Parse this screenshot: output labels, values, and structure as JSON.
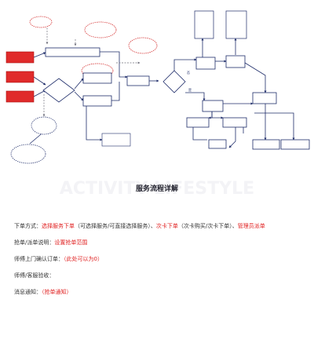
{
  "diagram": {
    "nodes": [
      {
        "id": "n_ssfl",
        "label": "",
        "kind": "cloud-red"
      },
      {
        "id": "n_kt",
        "label": "",
        "kind": "cloud-red"
      },
      {
        "id": "n_yy",
        "label": "",
        "kind": "cloud-red"
      },
      {
        "id": "n_jb",
        "label": "",
        "kind": "cloud-red"
      },
      {
        "id": "n_mid",
        "label": "",
        "kind": "box"
      },
      {
        "id": "n_dec1",
        "label": "",
        "kind": "diamond"
      },
      {
        "id": "n_bcls",
        "label": "",
        "kind": "box"
      },
      {
        "id": "n_acls",
        "label": "",
        "kind": "box"
      },
      {
        "id": "n_note",
        "label": "",
        "kind": "note"
      },
      {
        "id": "n_ly",
        "label": "",
        "kind": "cloud-blue"
      },
      {
        "id": "n_pd",
        "label": "",
        "kind": "cloud-blue"
      },
      {
        "id": "n_fk",
        "label": "",
        "kind": "box"
      },
      {
        "id": "n_dec2",
        "label": "",
        "kind": "diamond"
      },
      {
        "id": "n_sl",
        "label": "",
        "kind": "box"
      },
      {
        "id": "n_cf",
        "label": "",
        "kind": "box"
      },
      {
        "id": "n_top1",
        "label": "",
        "kind": "box"
      },
      {
        "id": "n_top2",
        "label": "",
        "kind": "box"
      },
      {
        "id": "n_wc",
        "label": "",
        "kind": "box"
      },
      {
        "id": "n_jy",
        "label": "",
        "kind": "box"
      },
      {
        "id": "n_rx",
        "label": "",
        "kind": "box"
      },
      {
        "id": "n_zz",
        "label": "",
        "kind": "box"
      },
      {
        "id": "n_hs",
        "label": "",
        "kind": "box"
      },
      {
        "id": "n_fin",
        "label": "",
        "kind": "box"
      },
      {
        "id": "n_end1",
        "label": "",
        "kind": "box"
      },
      {
        "id": "n_end2",
        "label": "",
        "kind": "box"
      }
    ],
    "edge_labels": {
      "no": "否",
      "yes": "是"
    }
  },
  "section": {
    "watermark": "ACTIVITY LIFESTYLE",
    "title": "服务流程详解",
    "subtitle": ""
  },
  "paragraphs": [
    {
      "parts": [
        {
          "text": "下单方式：",
          "red": false
        },
        {
          "text": "选择服务下单",
          "red": true
        },
        {
          "text": "（可选择服务/可直接选择服务）、",
          "red": false
        },
        {
          "text": "次卡下单",
          "red": true
        },
        {
          "text": "（次卡购买/次卡下单）、",
          "red": false
        },
        {
          "text": "管理员派单",
          "red": true
        }
      ]
    },
    {
      "parts": [
        {
          "text": "抢单/派单说明：",
          "red": false
        },
        {
          "text": "设置抢单范围",
          "red": true
        }
      ]
    },
    {
      "parts": [
        {
          "text": "",
          "red": false
        }
      ]
    },
    {
      "parts": [
        {
          "text": "师傅上门确认订单：",
          "red": false
        },
        {
          "text": "（此处可以为0）",
          "red": true
        }
      ]
    },
    {
      "parts": [
        {
          "text": "师傅/客服验收：",
          "red": false
        },
        {
          "text": "",
          "red": true
        }
      ]
    },
    {
      "parts": [
        {
          "text": "消息通知：",
          "red": false
        },
        {
          "text": "（抢单通知）",
          "red": true
        }
      ]
    }
  ]
}
